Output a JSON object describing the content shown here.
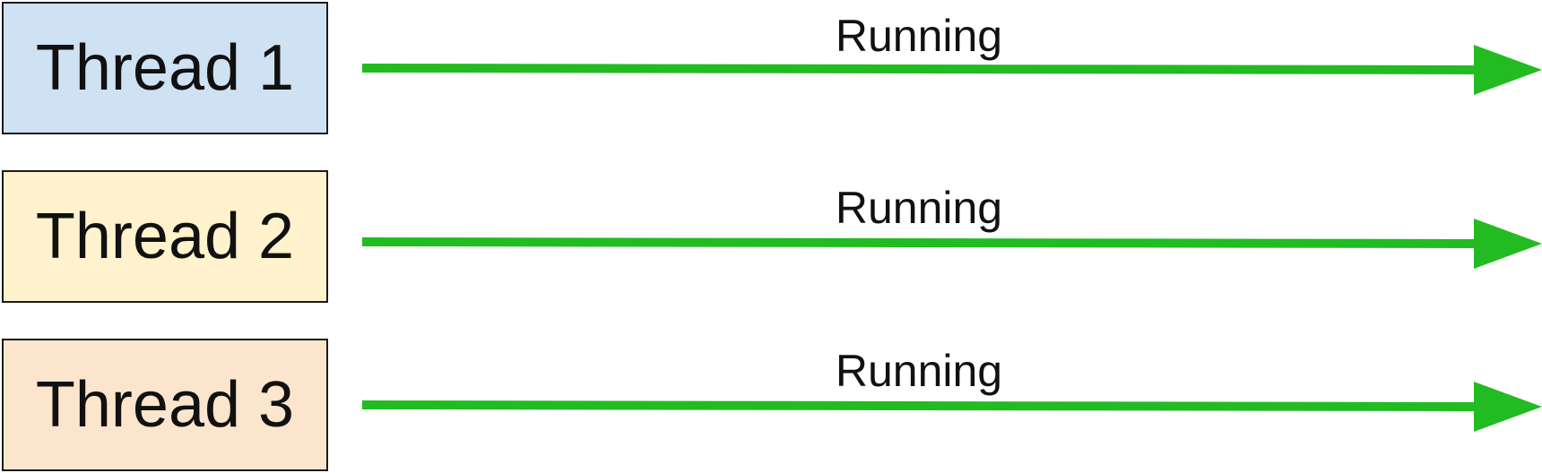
{
  "threads": [
    {
      "label": "Thread 1",
      "state": "Running",
      "fill": "#cfe2f3"
    },
    {
      "label": "Thread 2",
      "state": "Running",
      "fill": "#fff2cc"
    },
    {
      "label": "Thread 3",
      "state": "Running",
      "fill": "#fce5cd"
    }
  ],
  "colors": {
    "arrow": "#22bb22",
    "border": "#1a1a1a"
  }
}
